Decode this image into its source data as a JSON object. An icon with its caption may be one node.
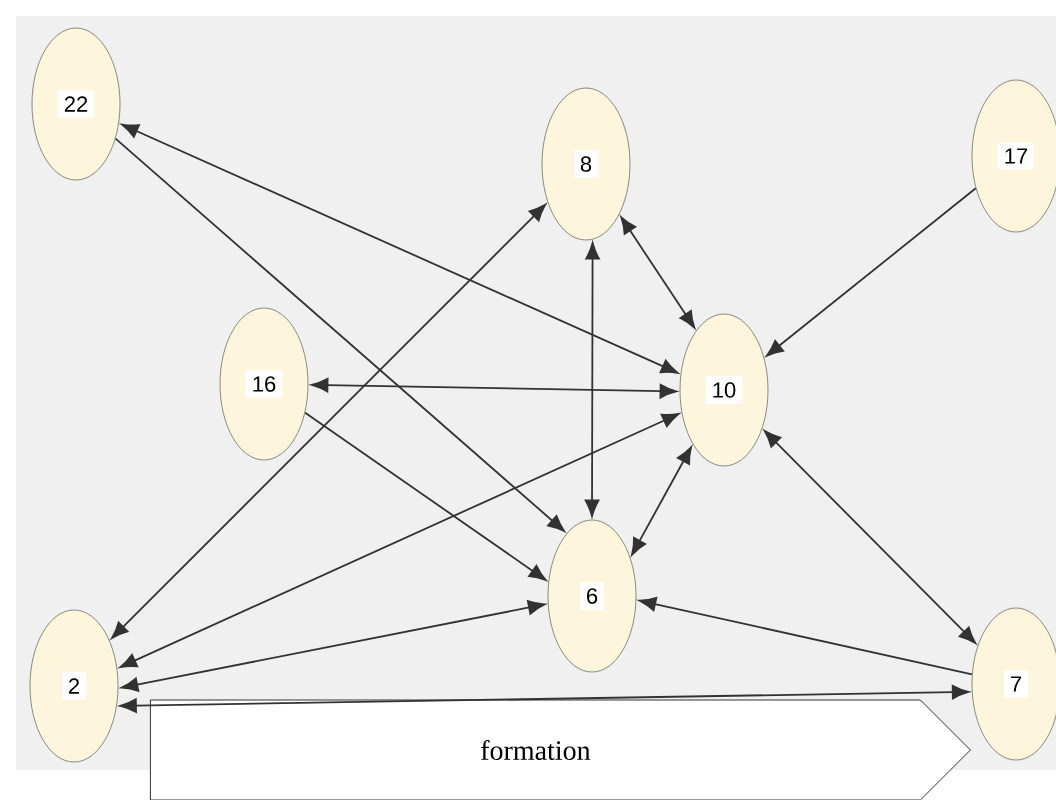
{
  "diagram": {
    "nodes": [
      {
        "text": [
          "22"
        ]
      },
      {
        "text": [
          "8"
        ]
      },
      {
        "text": [
          "17"
        ]
      },
      {
        "text": [
          "16"
        ]
      },
      {
        "text": [
          "10"
        ]
      },
      {
        "text": [
          "6"
        ]
      },
      {
        "text": [
          "2"
        ]
      },
      {
        "text": [
          "7"
        ]
      },
      {
        "text": [
          "formation"
        ]
      }
    ],
    "edges": [
      {
        "from": 4,
        "to": 0,
        "arrow": "both"
      },
      {
        "from": 0,
        "to": 5,
        "arrow": "to"
      },
      {
        "from": 4,
        "to": 3,
        "arrow": "both"
      },
      {
        "from": 3,
        "to": 5,
        "arrow": "to"
      },
      {
        "from": 1,
        "to": 4,
        "arrow": "both"
      },
      {
        "from": 2,
        "to": 4,
        "arrow": "to"
      },
      {
        "from": 1,
        "to": 5,
        "arrow": "both"
      },
      {
        "from": 1,
        "to": 6,
        "arrow": "both"
      },
      {
        "from": 4,
        "to": 6,
        "arrow": "both"
      },
      {
        "from": 4,
        "to": 5,
        "arrow": "both"
      },
      {
        "from": 4,
        "to": 7,
        "arrow": "both"
      },
      {
        "from": 7,
        "to": 5,
        "arrow": "to"
      },
      {
        "from": 6,
        "to": 5,
        "arrow": "both"
      },
      {
        "from": 6,
        "to": 7,
        "arrow": "both"
      }
    ]
  }
}
